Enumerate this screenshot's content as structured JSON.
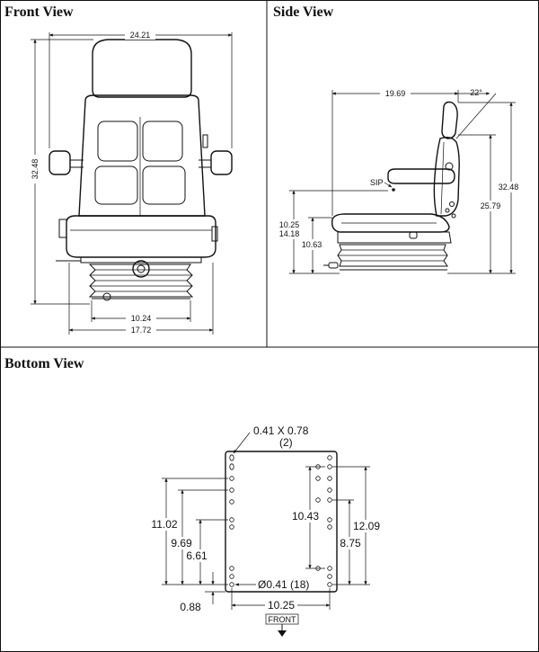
{
  "panels": {
    "front_title": "Front View",
    "side_title": "Side View",
    "bottom_title": "Bottom View"
  },
  "front": {
    "width_top": "24.21",
    "height": "32.48",
    "width_base_inner": "10.24",
    "width_base_outer": "17.72"
  },
  "side": {
    "depth": "19.69",
    "angle": "22°",
    "sip_label": "SIP",
    "height_total": "32.48",
    "height_back": "25.79",
    "seat_height_a": "10.25",
    "seat_height_b": "14.18",
    "seat_height_c": "10.63"
  },
  "bottom": {
    "slot_size": "0.41  X  0.78",
    "slot_count": "(2)",
    "hole_dia": "Ø0.41  (18)",
    "left_outer": "11.02",
    "left_mid": "9.69",
    "left_inner": "6.61",
    "left_base": "0.88",
    "right_inner": "10.43",
    "right_outer": "12.09",
    "right_mid": "8.75",
    "width": "10.25",
    "front_label": "FRONT"
  }
}
